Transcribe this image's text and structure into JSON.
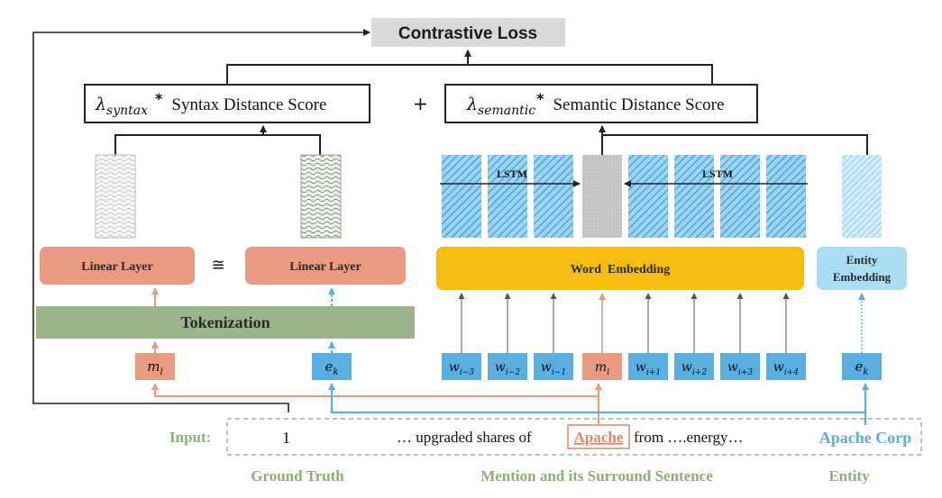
{
  "title": "Contrastive Loss",
  "syntax_score": {
    "lambda": "λ",
    "sub": "syntax",
    "star": "*",
    "label": "Syntax Distance Score"
  },
  "plus": "+",
  "semantic_score": {
    "lambda": "λ",
    "sub": "semantic",
    "star": "*",
    "label": "Semantic Distance Score"
  },
  "lstm_labels": [
    "LSTM",
    "LSTM"
  ],
  "linear_left": "Linear Layer",
  "approx": "≅",
  "linear_right": "Linear Layer",
  "word_embedding": "Word  Embedding",
  "entity_embedding": [
    "Entity",
    "Embedding"
  ],
  "tokenization": "Tokenization",
  "m_token": {
    "base": "m",
    "sub": "l"
  },
  "e_token": {
    "base": "e",
    "sub": "k"
  },
  "context_tokens": [
    {
      "base": "w",
      "sub": "i−3"
    },
    {
      "base": "w",
      "sub": "i−2"
    },
    {
      "base": "w",
      "sub": "i−1"
    },
    {
      "base": "m",
      "sub": "l"
    },
    {
      "base": "w",
      "sub": "i+1"
    },
    {
      "base": "w",
      "sub": "i+2"
    },
    {
      "base": "w",
      "sub": "i+3"
    },
    {
      "base": "w",
      "sub": "i+4"
    }
  ],
  "input": {
    "label": "Input:",
    "ground_truth_value": "1",
    "sentence_before": "… upgraded shares of",
    "mention": "Apache",
    "sentence_after": "from ….energy…",
    "entity": "Apache Corp"
  },
  "captions": [
    "Ground Truth",
    "Mention and its Surround Sentence",
    "Entity"
  ],
  "colors": {
    "salmon": "#e89a82",
    "blue": "#5aaee0",
    "light_blue": "#a8ddf3",
    "green": "#9db58b",
    "gold": "#f5bd12",
    "gray_box": "#d9d9d9",
    "olive_text": "#8eae77",
    "dark": "#222222"
  }
}
